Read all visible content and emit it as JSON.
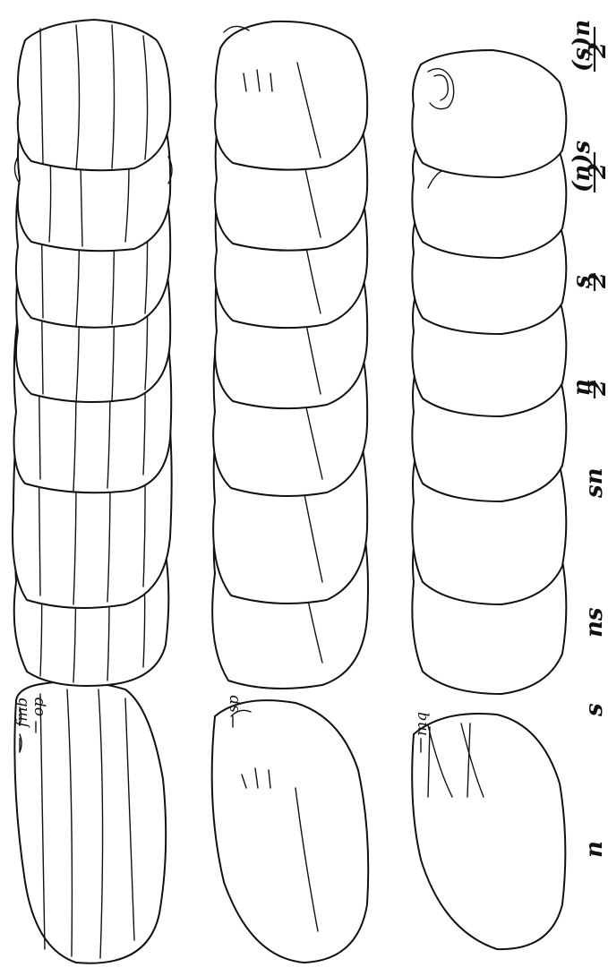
{
  "annotations": {
    "fmb": "fmb",
    "op": "op",
    "sp": "sp",
    "mq": "mq"
  },
  "columns": [
    {
      "id": "n",
      "label": "n"
    },
    {
      "id": "s",
      "label": "s"
    },
    {
      "id": "ns",
      "label": "ns"
    },
    {
      "id": "sn",
      "label": "sn"
    },
    {
      "id": "n2",
      "label": "n",
      "denominator": "2"
    },
    {
      "id": "s2",
      "label": "s",
      "denominator": "2"
    },
    {
      "id": "ns2",
      "label": "(n)s",
      "denominator": "2"
    },
    {
      "id": "sn2",
      "label": "(s)n",
      "denominator": "2"
    }
  ],
  "rows": [
    {
      "id": "dorsal"
    },
    {
      "id": "lateral"
    },
    {
      "id": "ventral"
    }
  ],
  "colors": {
    "ink": "#111111",
    "paper": "#ffffff"
  }
}
